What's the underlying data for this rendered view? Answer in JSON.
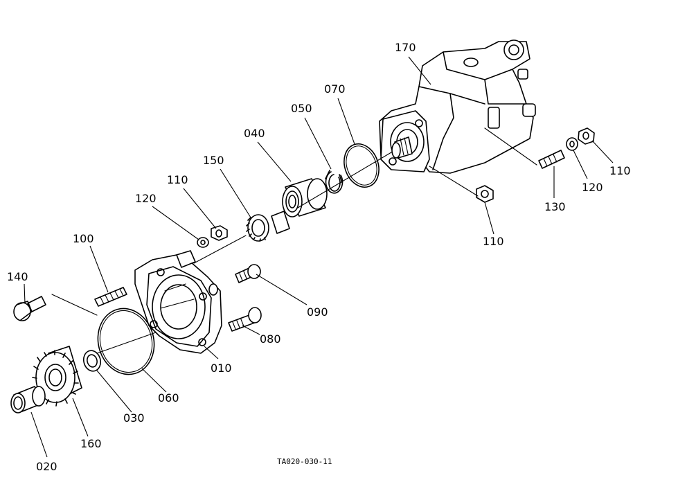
{
  "drawing_code": "TA020-030-11",
  "parts": [
    {
      "id": "p170",
      "label": "170"
    },
    {
      "id": "p070",
      "label": "070"
    },
    {
      "id": "p050",
      "label": "050"
    },
    {
      "id": "p040",
      "label": "040"
    },
    {
      "id": "p150",
      "label": "150"
    },
    {
      "id": "p110a",
      "label": "110"
    },
    {
      "id": "p120a",
      "label": "120"
    },
    {
      "id": "p100",
      "label": "100"
    },
    {
      "id": "p140",
      "label": "140"
    },
    {
      "id": "p090",
      "label": "090"
    },
    {
      "id": "p080",
      "label": "080"
    },
    {
      "id": "p010",
      "label": "010"
    },
    {
      "id": "p060",
      "label": "060"
    },
    {
      "id": "p030",
      "label": "030"
    },
    {
      "id": "p160",
      "label": "160"
    },
    {
      "id": "p020",
      "label": "020"
    },
    {
      "id": "p110b",
      "label": "110"
    },
    {
      "id": "p120b",
      "label": "120"
    },
    {
      "id": "p130",
      "label": "130"
    },
    {
      "id": "p110c",
      "label": "110"
    }
  ]
}
